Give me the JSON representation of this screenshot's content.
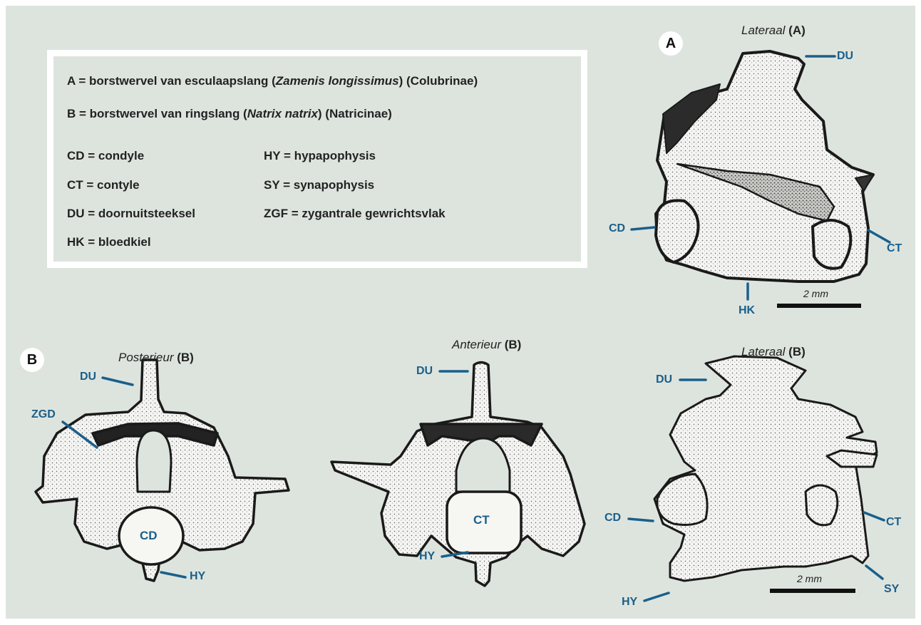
{
  "legend": {
    "line_a": {
      "pre": "A = borstwervel van esculaapslang (",
      "species": "Zamenis longissimus",
      "post": ") (Colubrinae)"
    },
    "line_b": {
      "pre": "B = borstwervel van ringslang (",
      "species": "Natrix natrix",
      "post": ") (Natricinae)"
    },
    "abbrev": [
      "CD = condyle",
      "CT = contyle",
      "DU = doornuitsteeksel",
      "HK = bloedkiel",
      "HY = hypapophysis",
      "SY = synapophysis",
      "ZGF = zygantrale gewrichtsvlak"
    ]
  },
  "badges": {
    "a": "A",
    "b": "B"
  },
  "views": {
    "lat_a": {
      "name": "Lateraal",
      "letter": "(A)"
    },
    "post_b": {
      "name": "Posterieur",
      "letter": "(B)"
    },
    "ant_b": {
      "name": "Anterieur",
      "letter": "(B)"
    },
    "lat_b": {
      "name": "Lateraal",
      "letter": "(B)"
    }
  },
  "labels": {
    "a_du": "DU",
    "a_cd": "CD",
    "a_ct": "CT",
    "a_hk": "HK",
    "p_du": "DU",
    "p_zgd": "ZGD",
    "p_cd": "CD",
    "p_hy": "HY",
    "an_du": "DU",
    "an_ct": "CT",
    "an_hy": "HY",
    "lb_du": "DU",
    "lb_cd": "CD",
    "lb_ct": "CT",
    "lb_hy": "HY",
    "lb_sy": "SY"
  },
  "scales": {
    "a": "2 mm",
    "b": "2 mm"
  },
  "colors": {
    "background": "#dde4de",
    "label_blue": "#1a5f8a",
    "bone": "#f4f4f2",
    "ink": "#1a1a1a"
  }
}
